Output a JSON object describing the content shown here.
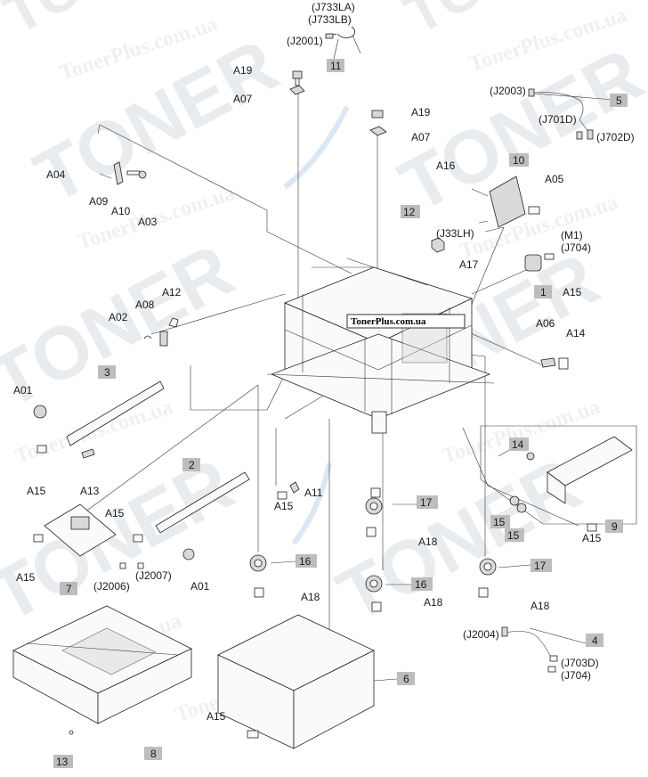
{
  "watermark": {
    "brand": "TONER",
    "url_text": "TonerPlus.com.ua"
  },
  "badge": {
    "text": "TonerPlus.com.ua"
  },
  "callouts": {
    "n11": "11",
    "n5": "5",
    "n10": "10",
    "n12": "12",
    "n1": "1",
    "n3": "3",
    "n2": "2",
    "n14": "14",
    "n9": "9",
    "n15a": "15",
    "n15b": "15",
    "n17a": "17",
    "n17b": "17",
    "n16a": "16",
    "n16b": "16",
    "n7": "7",
    "n4": "4",
    "n6": "6",
    "n8": "8",
    "n13": "13"
  },
  "labels": {
    "j733la": "(J733LA)",
    "j733lb": "(J733LB)",
    "j2001": "(J2001)",
    "a19_top": "A19",
    "a07_top": "A07",
    "a19_mid": "A19",
    "a07_mid": "A07",
    "j2003": "(J2003)",
    "j701d": "(J701D)",
    "j702d": "(J702D)",
    "a04": "A04",
    "a09": "A09",
    "a10": "A10",
    "a03": "A03",
    "a16": "A16",
    "a05": "A05",
    "j33lh": "(J33LH)",
    "a17": "A17",
    "m1": "(M1)",
    "j704_top": "(J704)",
    "a15_r": "A15",
    "a12": "A12",
    "a08": "A08",
    "a02": "A02",
    "a06": "A06",
    "a14": "A14",
    "a01_l": "A01",
    "a15_l": "A15",
    "a13": "A13",
    "a15_mid": "A15",
    "a11": "A11",
    "a18_a": "A18",
    "a15_low": "A15",
    "a15_left": "A15",
    "j2006": "(J2006)",
    "j2007": "(J2007)",
    "a01_b": "A01",
    "a18_b": "A18",
    "a18_c": "A18",
    "a18_d": "A18",
    "a15_rr": "A15",
    "j2004": "(J2004)",
    "j703d": "(J703D)",
    "j704_bot": "(J704)",
    "a15_bot": "A15"
  },
  "colors": {
    "callout_box": "#bdbdbd",
    "watermark": "#e9ecef"
  }
}
